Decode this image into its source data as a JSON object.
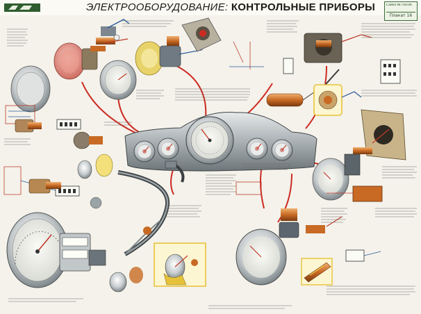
{
  "title_part1": "ЭЛЕКТРООБОРУДОВАНИЕ:",
  "title_part2": "КОНТРОЛЬНЫЕ ПРИБОРЫ",
  "sheet": {
    "line1": "Сайко № Пособ",
    "number_label": "Плакат 16"
  },
  "colors": {
    "accent_red": "#cc2a22",
    "header_green": "#2f5d2f",
    "paper": "#f4f2ea",
    "chrome": "#9aa3a6",
    "copper": "#c8702a",
    "wire_blue": "#2c5a9c",
    "wire_red": "#c0392b",
    "highlight_yellow": "#f3d24a"
  },
  "icons": {
    "logo": "logo-icon",
    "dashboard": "instrument-panel-icon",
    "speedometer": "speedometer-icon",
    "cable": "speedometer-cable-icon",
    "sensor": "temperature-sensor-icon"
  }
}
